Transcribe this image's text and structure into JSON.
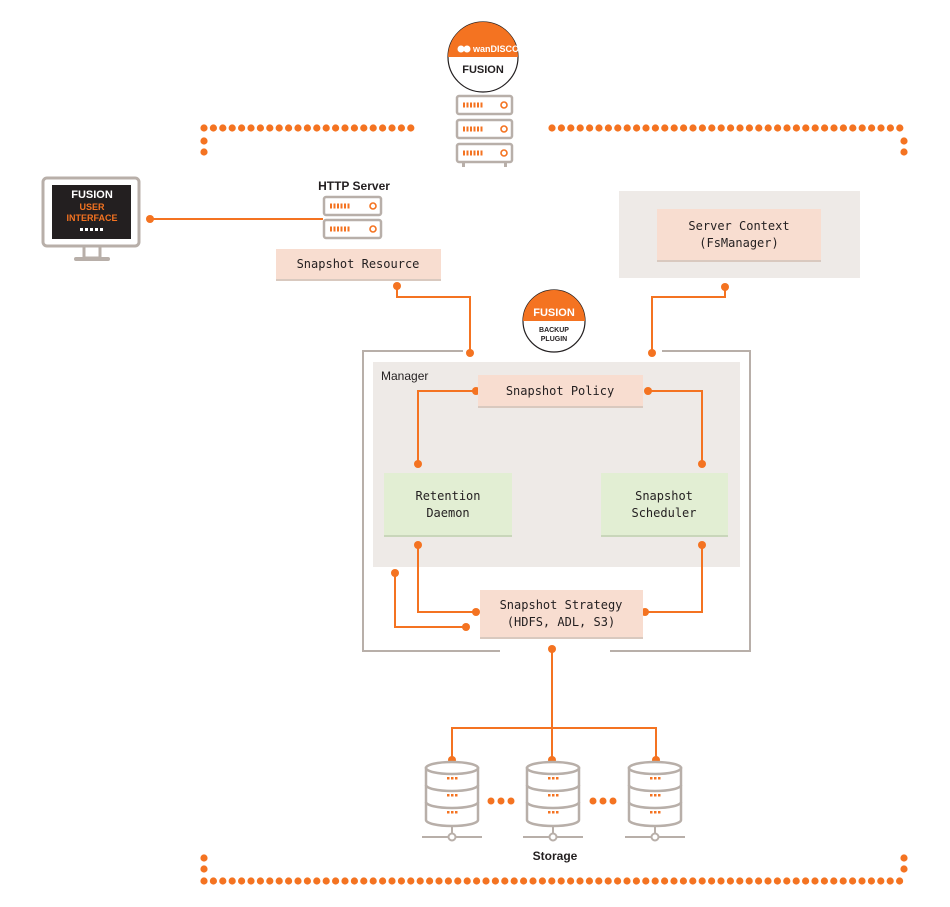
{
  "colors": {
    "orange": "#F47321",
    "gray": "#B8AFA9",
    "peach": "#F8DDD0",
    "green": "#E2EED3",
    "panel": "#EEEAE7",
    "dark": "#231F20"
  },
  "badges": {
    "wandisco_brand": "wanDISCO",
    "wandisco_product": "FUSION",
    "plugin_brand": "FUSION",
    "plugin_line1": "BACKUP",
    "plugin_line2": "PLUGIN"
  },
  "monitor": {
    "line1": "FUSION",
    "line2": "USER",
    "line3": "INTERFACE"
  },
  "http_server": {
    "label": "HTTP Server"
  },
  "nodes": {
    "snapshot_resource": {
      "label": "Snapshot Resource"
    },
    "server_context": {
      "line1": "Server Context",
      "line2": "(FsManager)"
    },
    "snapshot_policy": {
      "label": "Snapshot Policy"
    },
    "retention_daemon": {
      "line1": "Retention",
      "line2": "Daemon"
    },
    "snapshot_scheduler": {
      "line1": "Snapshot",
      "line2": "Scheduler"
    },
    "snapshot_strategy": {
      "line1": "Snapshot Strategy",
      "line2": "(HDFS, ADL, S3)"
    }
  },
  "manager": {
    "label": "Manager"
  },
  "storage": {
    "label": "Storage"
  },
  "icons": [
    "server-stack-icon",
    "server-icon",
    "monitor-icon",
    "database-icon"
  ]
}
